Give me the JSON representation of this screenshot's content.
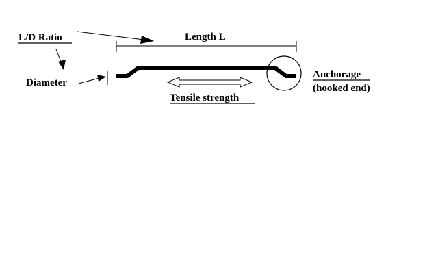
{
  "labels": {
    "ld_ratio": "L/D Ratio",
    "length": "Length L",
    "diameter": "Diameter",
    "tensile": "Tensile strength",
    "anchorage": "Anchorage",
    "hooked_end": "(hooked end)"
  },
  "colors": {
    "ink": "#000000",
    "background": "#ffffff"
  }
}
